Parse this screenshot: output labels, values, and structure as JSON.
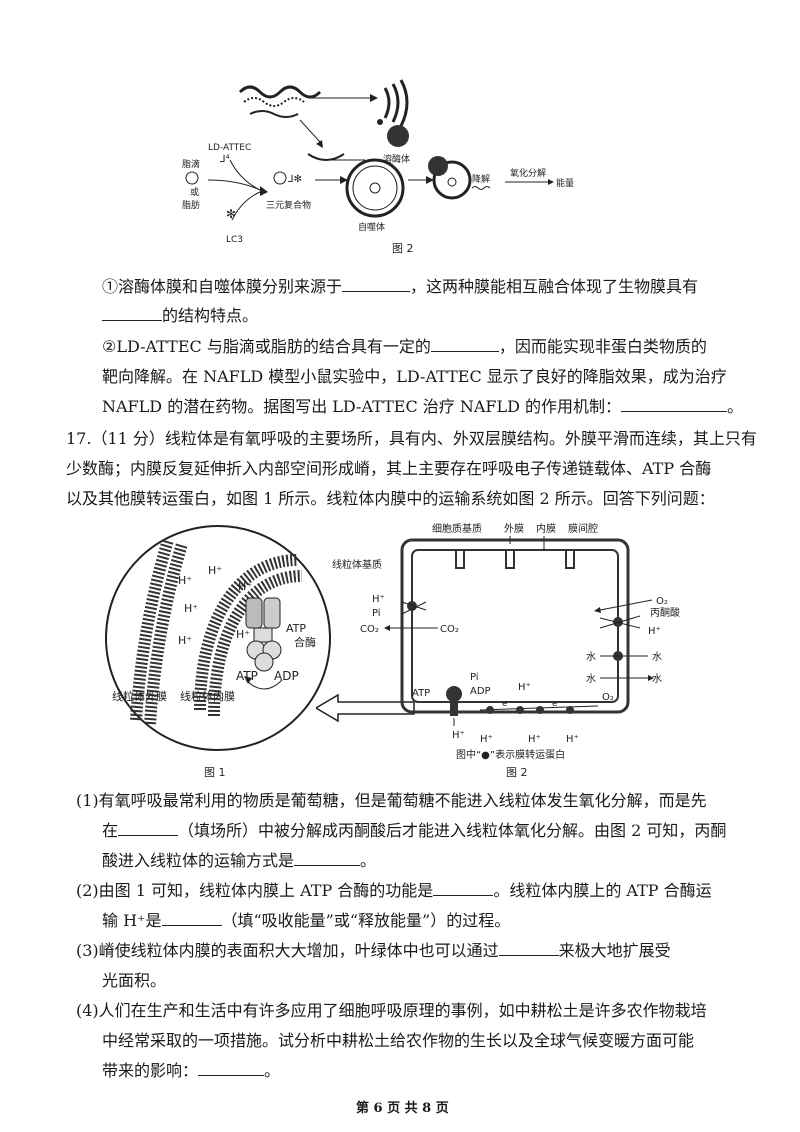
{
  "figure2_top": {
    "caption": "图 2",
    "labels": {
      "ld_attec": "LD-ATTEC",
      "lipid_droplet": "脂滴",
      "or": "或",
      "fat": "脂肪",
      "lc3": "LC3",
      "ternary": "三元复合物",
      "autophagosome": "自噬体",
      "lysosome": "溶酶体",
      "degrade": "降解",
      "oxidize": "氧化分解",
      "energy": "能量"
    }
  },
  "q16": {
    "sub1_a": "①溶酶体膜和自噬体膜分别来源于",
    "sub1_b": "，这两种膜能相互融合体现了生物膜具有",
    "sub1_c": "的结构特点。",
    "sub2_a": "②LD-ATTEC 与脂滴或脂肪的结合具有一定的",
    "sub2_b": "，因而能实现非蛋白类物质的",
    "sub2_c": "靶向降解。在 NAFLD 模型小鼠实验中，LD-ATTEC 显示了良好的降脂效果，成为治疗",
    "sub2_d": "NAFLD 的潜在药物。据图写出 LD-ATTEC 治疗 NAFLD 的作用机制：",
    "sub2_e": "。"
  },
  "q17": {
    "intro1": "17.（11 分）线粒体是有氧呼吸的主要场所，具有内、外双层膜结构。外膜平滑而连续，其上只有",
    "intro2": "少数酶；内膜反复延伸折入内部空间形成嵴，其上主要存在呼吸电子传递链载体、ATP 合酶",
    "intro3": "以及其他膜转运蛋白，如图 1 所示。线粒体内膜中的运输系统如图 2 所示。回答下列问题：",
    "fig1": {
      "caption": "图 1",
      "h_plus": "H⁺",
      "atp_synthase": "ATP\n合酶",
      "atp": "ATP",
      "adp": "ADP",
      "outer": "线粒体外膜",
      "inner": "线粒体内膜"
    },
    "fig2": {
      "caption": "图 2",
      "cytoplasm": "细胞质基质",
      "outer_membrane": "外膜",
      "inner_membrane": "内膜",
      "intermembrane": "膜间腔",
      "matrix": "线粒体基质",
      "h_plus": "H⁺",
      "pi": "Pi",
      "co2": "CO₂",
      "o2": "O₂",
      "pyruvate": "丙酮酸",
      "water": "水",
      "atp": "ATP",
      "adp": "ADP",
      "e": "e",
      "legend": "图中“●”表示膜转运蛋白"
    },
    "p1_a": "(1)有氧呼吸最常利用的物质是葡萄糖，但是葡萄糖不能进入线粒体发生氧化分解，而是先",
    "p1_b1": "在",
    "p1_b2": "（填场所）中被分解成丙酮酸后才能进入线粒体氧化分解。由图 2 可知，丙酮",
    "p1_c1": "酸进入线粒体的运输方式是",
    "p1_c2": "。",
    "p2_a1": "(2)由图 1 可知，线粒体内膜上 ATP 合酶的功能是",
    "p2_a2": "。线粒体内膜上的 ATP 合酶运",
    "p2_b1": "输 H⁺是",
    "p2_b2": "（填“吸收能量”或“释放能量”）的过程。",
    "p3_a1": "(3)嵴使线粒体内膜的表面积大大增加，叶绿体中也可以通过",
    "p3_a2": "来极大地扩展受",
    "p3_b": "光面积。",
    "p4_a": "(4)人们在生产和生活中有许多应用了细胞呼吸原理的事例，如中耕松土是许多农作物栽培",
    "p4_b": "中经常采取的一项措施。试分析中耕松土给农作物的生长以及全球气候变暖方面可能",
    "p4_c1": "带来的影响：",
    "p4_c2": "。"
  },
  "footer": "第 6 页 共 8 页"
}
